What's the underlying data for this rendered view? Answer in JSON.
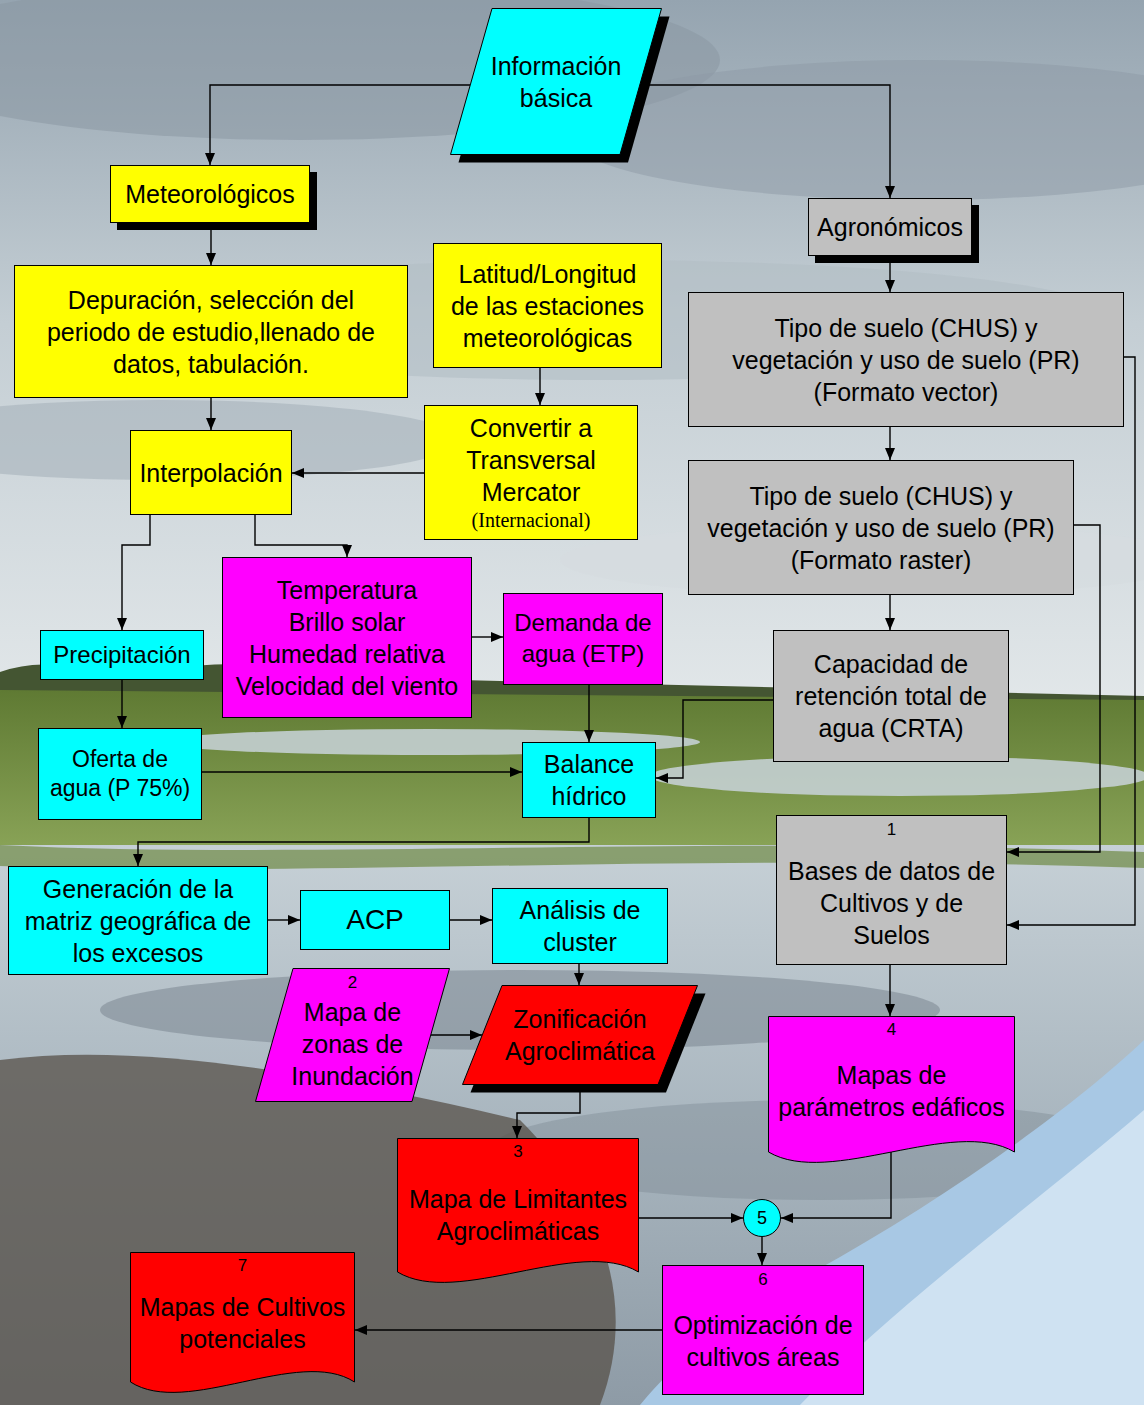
{
  "diagram": {
    "nodes": [
      {
        "text": [
          "Información básica"
        ]
      },
      {
        "text": [
          "Meteorológicos"
        ]
      },
      {
        "text": [
          "Agronómicos"
        ]
      },
      {
        "text": [
          "Depuración, selección del periodo de estudio,llenado de datos, tabulación."
        ]
      },
      {
        "text": [
          "Latitud/Longitud de las estaciones meteorológicas"
        ]
      },
      {
        "text": [
          "Tipo de suelo (CHUS) y vegetación y uso de suelo (PR) (Formato vector)"
        ]
      },
      {
        "text": [
          "Interpolación"
        ]
      },
      {
        "text": [
          "Convertir a Transversal Mercator",
          "(Internacional)"
        ]
      },
      {
        "text": [
          "Tipo de suelo (CHUS) y vegetación y uso de suelo (PR) (Formato raster)"
        ]
      },
      {
        "text": [
          "Temperatura",
          "Brillo solar",
          "Humedad relativa",
          "Velocidad del viento"
        ]
      },
      {
        "text": [
          "Precipitación"
        ]
      },
      {
        "text": [
          "Demanda de agua (ETP)"
        ]
      },
      {
        "text": [
          "Capacidad de retención total de agua (CRTA)"
        ]
      },
      {
        "text": [
          "Oferta de agua (P 75%)"
        ]
      },
      {
        "text": [
          "Balance hídrico"
        ]
      },
      {
        "text": [
          "1",
          "Bases de datos de Cultivos y de Suelos"
        ]
      },
      {
        "text": [
          "Generación de la matriz geográfica de los excesos"
        ]
      },
      {
        "text": [
          "ACP"
        ]
      },
      {
        "text": [
          "Análisis de cluster"
        ]
      },
      {
        "text": [
          "2",
          "Mapa de zonas de Inundación"
        ]
      },
      {
        "text": [
          "Zonificación Agroclimática"
        ]
      },
      {
        "text": [
          "4",
          "Mapas de parámetros edáficos"
        ]
      },
      {
        "text": [
          "3",
          "Mapa de Limitantes Agroclimáticas"
        ]
      },
      {
        "text": [
          "5"
        ]
      },
      {
        "text": [
          "7",
          "Mapas de Cultivos potenciales"
        ]
      },
      {
        "text": [
          "6",
          "Optimización de cultivos áreas"
        ]
      }
    ],
    "edges": [
      {
        "from": 0,
        "to": 1,
        "arrow": "to"
      },
      {
        "from": 0,
        "to": 2,
        "arrow": "to"
      },
      {
        "from": 1,
        "to": 3,
        "arrow": "to"
      },
      {
        "from": 2,
        "to": 5,
        "arrow": "to"
      },
      {
        "from": 3,
        "to": 6,
        "arrow": "to"
      },
      {
        "from": 4,
        "to": 7,
        "arrow": "to"
      },
      {
        "from": 7,
        "to": 6,
        "arrow": "to"
      },
      {
        "from": 5,
        "to": 8,
        "arrow": "to"
      },
      {
        "from": 5,
        "to": 15,
        "arrow": "to"
      },
      {
        "from": 8,
        "to": 15,
        "arrow": "to"
      },
      {
        "from": 6,
        "to": 10,
        "arrow": "to"
      },
      {
        "from": 6,
        "to": 9,
        "arrow": "to"
      },
      {
        "from": 8,
        "to": 12,
        "arrow": "to"
      },
      {
        "from": 9,
        "to": 11,
        "arrow": "to"
      },
      {
        "from": 10,
        "to": 13,
        "arrow": "to"
      },
      {
        "from": 11,
        "to": 14,
        "arrow": "to"
      },
      {
        "from": 13,
        "to": 14,
        "arrow": "to"
      },
      {
        "from": 12,
        "to": 14,
        "arrow": "to"
      },
      {
        "from": 14,
        "to": 16,
        "arrow": "to"
      },
      {
        "from": 16,
        "to": 17,
        "arrow": "to"
      },
      {
        "from": 17,
        "to": 18,
        "arrow": "to"
      },
      {
        "from": 18,
        "to": 20,
        "arrow": "to"
      },
      {
        "from": 19,
        "to": 20,
        "arrow": "to"
      },
      {
        "from": 20,
        "to": 22,
        "arrow": "to"
      },
      {
        "from": 15,
        "to": 21,
        "arrow": "to"
      },
      {
        "from": 22,
        "to": 23,
        "arrow": "to"
      },
      {
        "from": 21,
        "to": 23,
        "arrow": "to"
      },
      {
        "from": 23,
        "to": 25,
        "arrow": "to"
      },
      {
        "from": 25,
        "to": 24,
        "arrow": "to"
      }
    ]
  }
}
